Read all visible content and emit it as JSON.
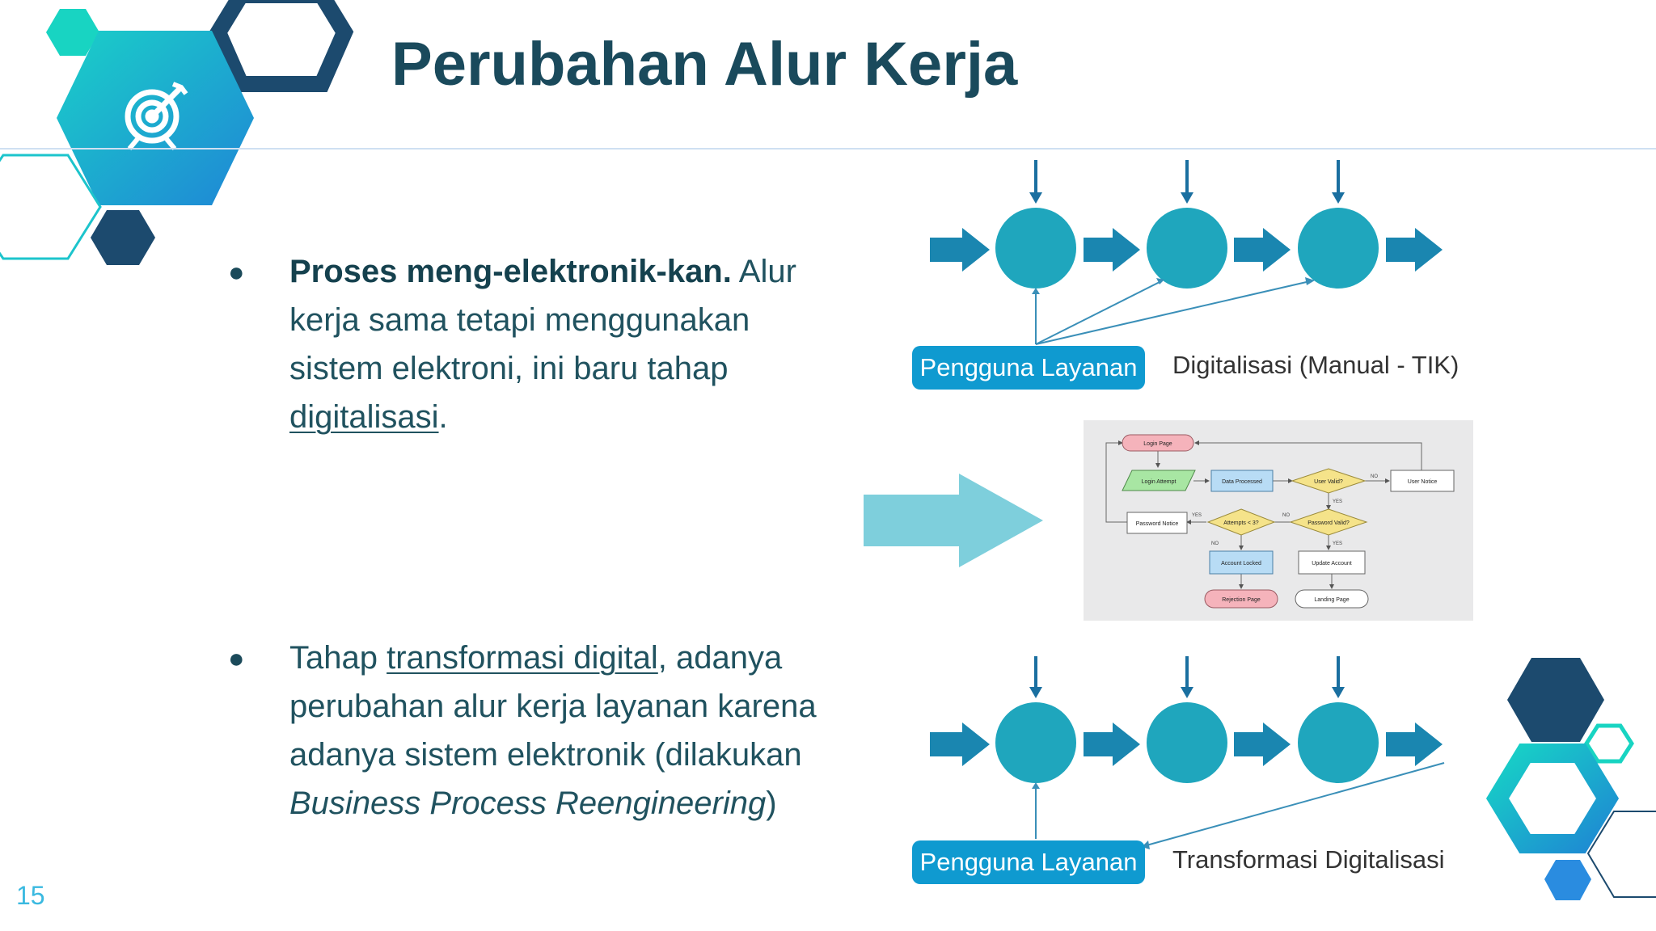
{
  "slide": {
    "title": "Perubahan Alur Kerja",
    "page_number": "15"
  },
  "bullets": [
    {
      "dot": "●",
      "bold": "Proses meng-elektronik-kan.",
      "text_a": " Alur kerja sama tetapi menggunakan sistem elektroni, ini baru tahap ",
      "underlined": "digitalisasi",
      "text_b": "."
    },
    {
      "dot": "●",
      "text_a": "Tahap ",
      "underlined": "transformasi digital",
      "text_b": ", adanya perubahan alur kerja layanan karena adanya sistem elektronik (dilakukan ",
      "italic": "Business Process Reengineering",
      "text_c": ")"
    }
  ],
  "diagram_top": {
    "pill_label": "Pengguna Layanan",
    "caption": "Digitalisasi (Manual - TIK)"
  },
  "diagram_bottom": {
    "pill_label": "Pengguna Layanan",
    "caption": "Transformasi Digitalisasi"
  },
  "flowchart": {
    "nodes": {
      "login_page": "Login Page",
      "login_attempt": "Login Attempt",
      "data_processed": "Data Processed",
      "user_valid": "User Valid?",
      "user_notice": "User Notice",
      "password_notice": "Password Notice",
      "attempts": "Attempts < 3?",
      "password_valid": "Password Valid?",
      "account_locked": "Account Locked",
      "update_account": "Update Account",
      "rejection_page": "Rejection Page",
      "landing_page": "Landing Page"
    },
    "edge_labels": {
      "no_user": "NO",
      "yes_user": "YES",
      "yes_attempts": "YES",
      "no_password": "NO",
      "no_attempts": "NO",
      "yes_password": "YES"
    }
  },
  "icons": {
    "target": "target-icon"
  },
  "colors": {
    "title": "#1a4a5c",
    "teal_circle": "#1fa6bd",
    "arrow": "#1a86b0",
    "pill": "#0f9ad0",
    "big_arrow": "#7ecfdc",
    "hex_dark": "#1c4a6e",
    "hex_mint": "#18d4c2"
  }
}
